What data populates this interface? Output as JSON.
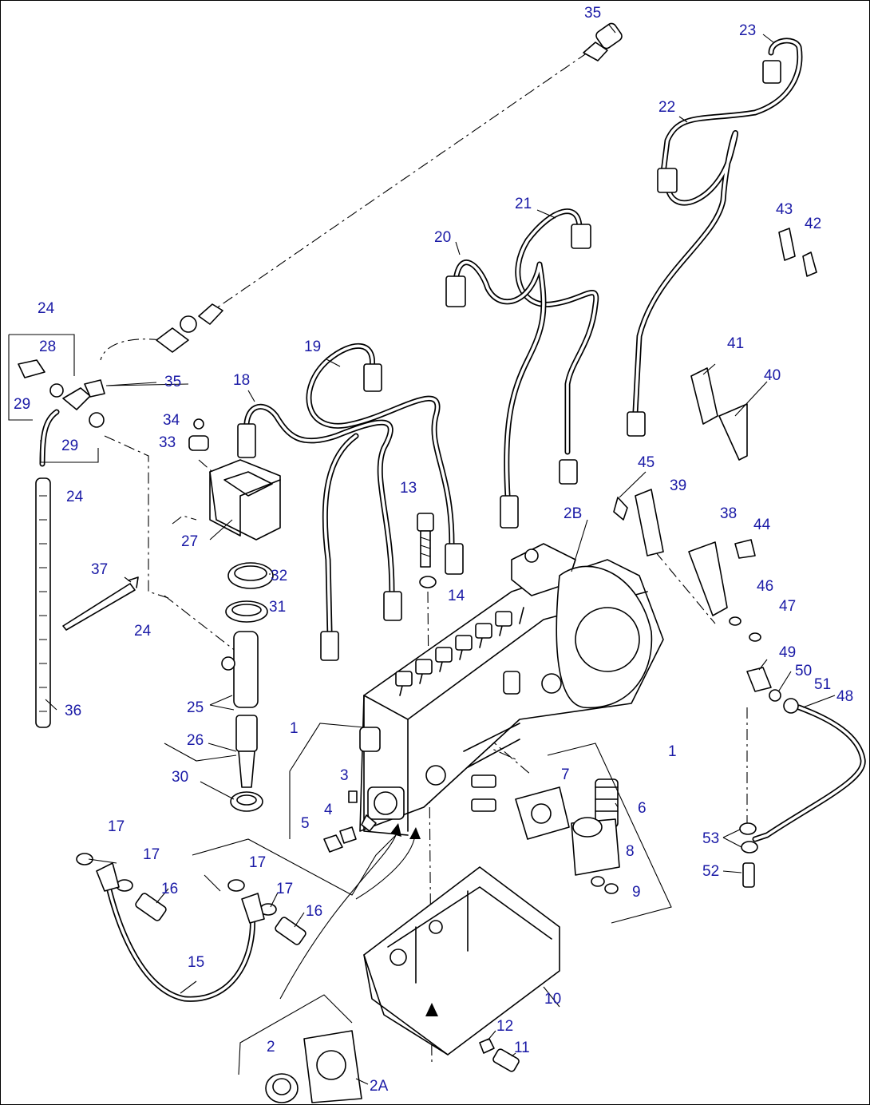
{
  "callouts": [
    {
      "id": "35a",
      "text": "35"
    },
    {
      "id": "23",
      "text": "23"
    },
    {
      "id": "22",
      "text": "22"
    },
    {
      "id": "21",
      "text": "21"
    },
    {
      "id": "20",
      "text": "20"
    },
    {
      "id": "43",
      "text": "43"
    },
    {
      "id": "42",
      "text": "42"
    },
    {
      "id": "24a",
      "text": "24"
    },
    {
      "id": "28",
      "text": "28"
    },
    {
      "id": "19",
      "text": "19"
    },
    {
      "id": "35b",
      "text": "35"
    },
    {
      "id": "18",
      "text": "18"
    },
    {
      "id": "41",
      "text": "41"
    },
    {
      "id": "40",
      "text": "40"
    },
    {
      "id": "29a",
      "text": "29"
    },
    {
      "id": "34",
      "text": "34"
    },
    {
      "id": "33",
      "text": "33"
    },
    {
      "id": "29b",
      "text": "29"
    },
    {
      "id": "24b",
      "text": "24"
    },
    {
      "id": "13",
      "text": "13"
    },
    {
      "id": "45",
      "text": "45"
    },
    {
      "id": "39",
      "text": "39"
    },
    {
      "id": "2B",
      "text": "2B"
    },
    {
      "id": "38",
      "text": "38"
    },
    {
      "id": "44",
      "text": "44"
    },
    {
      "id": "27",
      "text": "27"
    },
    {
      "id": "37",
      "text": "37"
    },
    {
      "id": "32",
      "text": "32"
    },
    {
      "id": "14",
      "text": "14"
    },
    {
      "id": "46",
      "text": "46"
    },
    {
      "id": "47",
      "text": "47"
    },
    {
      "id": "31",
      "text": "31"
    },
    {
      "id": "24c",
      "text": "24"
    },
    {
      "id": "49",
      "text": "49"
    },
    {
      "id": "50",
      "text": "50"
    },
    {
      "id": "51",
      "text": "51"
    },
    {
      "id": "48",
      "text": "48"
    },
    {
      "id": "36",
      "text": "36"
    },
    {
      "id": "25",
      "text": "25"
    },
    {
      "id": "1a",
      "text": "1"
    },
    {
      "id": "26",
      "text": "26"
    },
    {
      "id": "1b",
      "text": "1"
    },
    {
      "id": "7",
      "text": "7"
    },
    {
      "id": "3",
      "text": "3"
    },
    {
      "id": "30",
      "text": "30"
    },
    {
      "id": "4",
      "text": "4"
    },
    {
      "id": "6",
      "text": "6"
    },
    {
      "id": "5",
      "text": "5"
    },
    {
      "id": "53",
      "text": "53"
    },
    {
      "id": "17a",
      "text": "17"
    },
    {
      "id": "17b",
      "text": "17"
    },
    {
      "id": "17c",
      "text": "17"
    },
    {
      "id": "8",
      "text": "8"
    },
    {
      "id": "9",
      "text": "9"
    },
    {
      "id": "52",
      "text": "52"
    },
    {
      "id": "16a",
      "text": "16"
    },
    {
      "id": "17d",
      "text": "17"
    },
    {
      "id": "16b",
      "text": "16"
    },
    {
      "id": "15",
      "text": "15"
    },
    {
      "id": "10",
      "text": "10"
    },
    {
      "id": "12",
      "text": "12"
    },
    {
      "id": "2",
      "text": "2"
    },
    {
      "id": "11",
      "text": "11"
    },
    {
      "id": "2A",
      "text": "2A"
    }
  ]
}
